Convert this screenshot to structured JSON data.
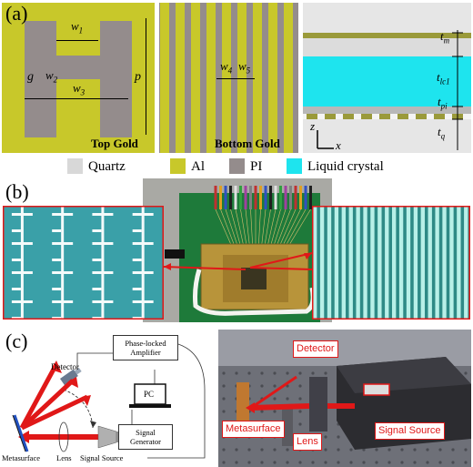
{
  "panel_a": {
    "label": "(a)",
    "top_gold": {
      "caption": "Top Gold",
      "dims": {
        "w1": "w",
        "w1_sub": "1",
        "w2": "w",
        "w2_sub": "2",
        "w3": "w",
        "w3_sub": "3",
        "g": "g",
        "p": "p"
      }
    },
    "bottom_gold": {
      "caption": "Bottom Gold",
      "stripe_count": 9,
      "dims": {
        "w4": "w",
        "w4_sub": "4",
        "w5": "w",
        "w5_sub": "5"
      }
    },
    "cross_section": {
      "tm": "t",
      "tm_sub": "m",
      "tlc": "t",
      "tlc_sub": "lc1",
      "tpi": "t",
      "tpi_sub": "pi",
      "tq": "t",
      "tq_sub": "q",
      "axis_z": "z",
      "axis_x": "x"
    },
    "legend": [
      {
        "name": "Quartz",
        "color": "#d8d8d8"
      },
      {
        "name": "Al",
        "color": "#c8c82a"
      },
      {
        "name": "PI",
        "color": "#948c8c"
      },
      {
        "name": "Liquid crystal",
        "color": "#1ee4ee"
      }
    ]
  },
  "panel_b": {
    "label": "(b)",
    "left_stripe_count": 4,
    "right_stripe_count": 22
  },
  "panel_c": {
    "label": "(c)",
    "schematic": {
      "detector": "Detector",
      "amplifier_line1": "Phase-locked",
      "amplifier_line2": "Amplifier",
      "pc": "PC",
      "generator_line1": "Signal",
      "generator_line2": "Generator",
      "metasurface": "Metasurface",
      "lens": "Lens",
      "signal_source": "Signal Source"
    },
    "photo_labels": {
      "detector": "Detector",
      "metasurface": "Metasurface",
      "lens": "Lens",
      "signal_source": "Signal Source"
    }
  },
  "colors": {
    "al": "#c8c82a",
    "pi": "#948c8c",
    "quartz": "#d8d8d8",
    "liquid_crystal": "#1ee4ee",
    "red": "#e01818"
  }
}
